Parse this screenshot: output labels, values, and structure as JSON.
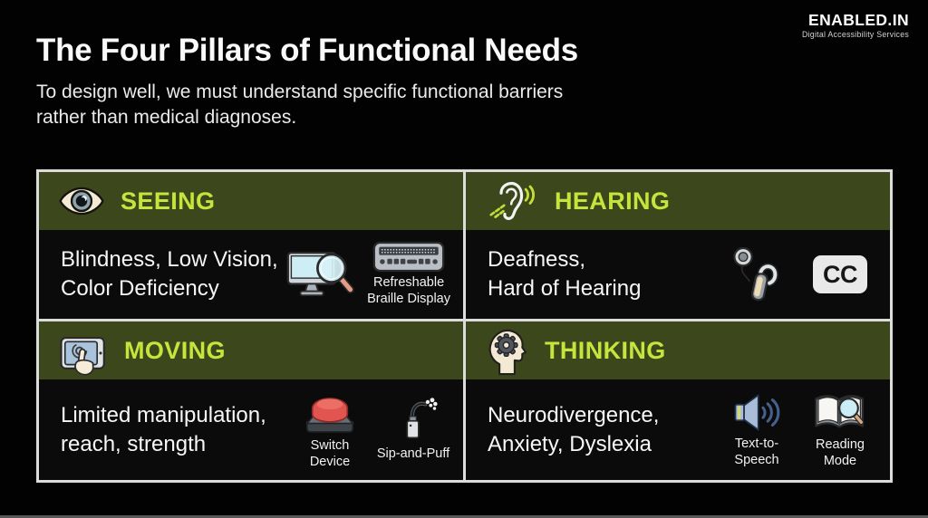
{
  "brand": {
    "name": "ENABLED.IN",
    "tagline": "Digital Accessibility Services"
  },
  "header": {
    "title": "The Four Pillars of Functional Needs",
    "subtitle": "To design well, we must understand specific functional barriers\nrather than medical diagnoses."
  },
  "colors": {
    "background": "#020202",
    "cell_background": "#0b0b0b",
    "header_olive": "#3c471c",
    "accent_chartreuse": "#c5e43c",
    "border_white": "#dcdcdc",
    "text_white": "#f7f7f7"
  },
  "pillars": [
    {
      "id": "seeing",
      "label": "SEEING",
      "icon": "eye-icon",
      "description": "Blindness, Low Vision,\nColor Deficiency",
      "aids": [
        {
          "icon": "screen-magnifier-icon",
          "label": ""
        },
        {
          "icon": "braille-display-icon",
          "label": "Refreshable\nBraille Display"
        }
      ]
    },
    {
      "id": "hearing",
      "label": "HEARING",
      "icon": "ear-icon",
      "description": "Deafness,\nHard of Hearing",
      "aids": [
        {
          "icon": "hearing-aid-icon",
          "label": ""
        },
        {
          "icon": "closed-captions-icon",
          "label": "",
          "badge_text": "CC"
        }
      ]
    },
    {
      "id": "moving",
      "label": "MOVING",
      "icon": "touch-tablet-icon",
      "description": "Limited manipulation,\nreach, strength",
      "aids": [
        {
          "icon": "switch-device-icon",
          "label": "Switch\nDevice"
        },
        {
          "icon": "sip-and-puff-icon",
          "label": "Sip-and-Puff"
        }
      ]
    },
    {
      "id": "thinking",
      "label": "THINKING",
      "icon": "head-gear-icon",
      "description": "Neurodivergence,\nAnxiety, Dyslexia",
      "aids": [
        {
          "icon": "text-to-speech-icon",
          "label": "Text-to-\nSpeech"
        },
        {
          "icon": "reading-mode-icon",
          "label": "Reading\nMode"
        }
      ]
    }
  ]
}
